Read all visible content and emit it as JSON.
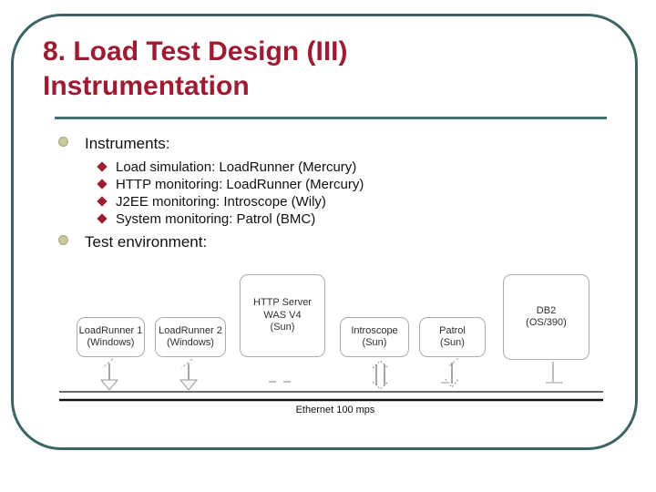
{
  "title": {
    "line1": "8. Load Test Design (III)",
    "line2": "Instrumentation"
  },
  "bullets": {
    "instruments_label": "Instruments:",
    "sub_items": [
      "Load simulation: LoadRunner (Mercury)",
      "HTTP monitoring: LoadRunner (Mercury)",
      "J2EE monitoring: Introscope (Wily)",
      "System monitoring: Patrol (BMC)"
    ],
    "test_environment_label": "Test environment:"
  },
  "diagram": {
    "nodes": [
      {
        "id": "loadrunner1",
        "lines": [
          "LoadRunner 1",
          "(Windows)"
        ]
      },
      {
        "id": "loadrunner2",
        "lines": [
          "LoadRunner 2",
          "(Windows)"
        ]
      },
      {
        "id": "http_server",
        "lines": [
          "HTTP Server",
          "WAS V4",
          "(Sun)"
        ]
      },
      {
        "id": "introscope",
        "lines": [
          "Introscope",
          "(Sun)"
        ]
      },
      {
        "id": "patrol",
        "lines": [
          "Patrol",
          "(Sun)"
        ]
      },
      {
        "id": "db2",
        "lines": [
          "DB2",
          "(OS/390)"
        ]
      }
    ],
    "bus_label": "Ethernet 100 mps"
  },
  "colors": {
    "title": "#9e1b32",
    "frame": "#3d6464",
    "rule": "#45706f",
    "bullet_dot": "#c8c89e",
    "diamond": "#9e1b32",
    "node_border": "#ababab"
  }
}
